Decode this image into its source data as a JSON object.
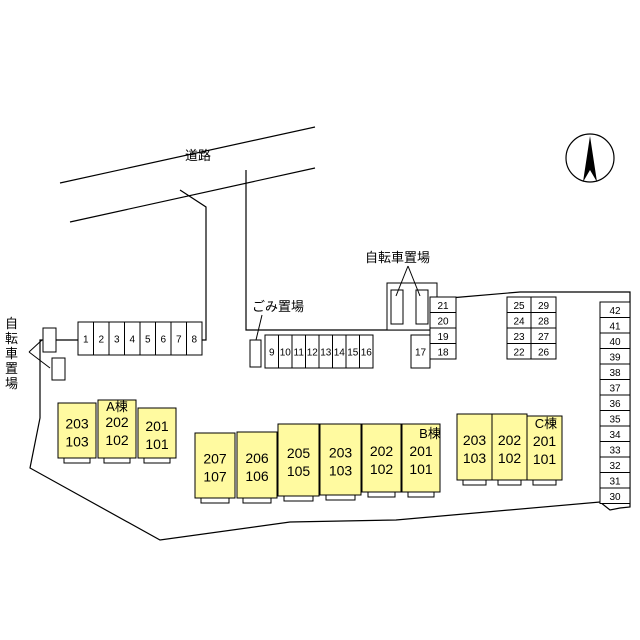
{
  "labels": {
    "road": "道路",
    "bicycle_left": "自転車置場",
    "bicycle_top": "自転車置場",
    "garbage": "ごみ置場"
  },
  "north_arrow": "north-arrow-icon",
  "colors": {
    "building": "#fffaa0",
    "line": "#000000"
  },
  "parking": {
    "row_top": [
      "1",
      "2",
      "3",
      "4",
      "5",
      "6",
      "7",
      "8"
    ],
    "row_mid": [
      "9",
      "10",
      "11",
      "12",
      "13",
      "14",
      "15",
      "16"
    ],
    "single": "17",
    "col_a": [
      "21",
      "20",
      "19",
      "18"
    ],
    "col_b": [
      "25",
      "24",
      "23",
      "22"
    ],
    "col_c": [
      "29",
      "28",
      "27",
      "26"
    ],
    "col_right": [
      "42",
      "41",
      "40",
      "39",
      "38",
      "37",
      "36",
      "35",
      "34",
      "33",
      "32",
      "31",
      "30"
    ]
  },
  "buildings": {
    "a": {
      "name": "A棟",
      "units": [
        {
          "top": "203",
          "bottom": "103"
        },
        {
          "top": "202",
          "bottom": "102"
        },
        {
          "top": "201",
          "bottom": "101"
        }
      ]
    },
    "b": {
      "name": "B棟",
      "units": [
        {
          "top": "207",
          "bottom": "107"
        },
        {
          "top": "206",
          "bottom": "106"
        },
        {
          "top": "205",
          "bottom": "105"
        },
        {
          "top": "203",
          "bottom": "103"
        },
        {
          "top": "202",
          "bottom": "102"
        },
        {
          "top": "201",
          "bottom": "101"
        }
      ]
    },
    "c": {
      "name": "C棟",
      "units": [
        {
          "top": "203",
          "bottom": "103"
        },
        {
          "top": "202",
          "bottom": "102"
        },
        {
          "top": "201",
          "bottom": "101"
        }
      ]
    }
  }
}
